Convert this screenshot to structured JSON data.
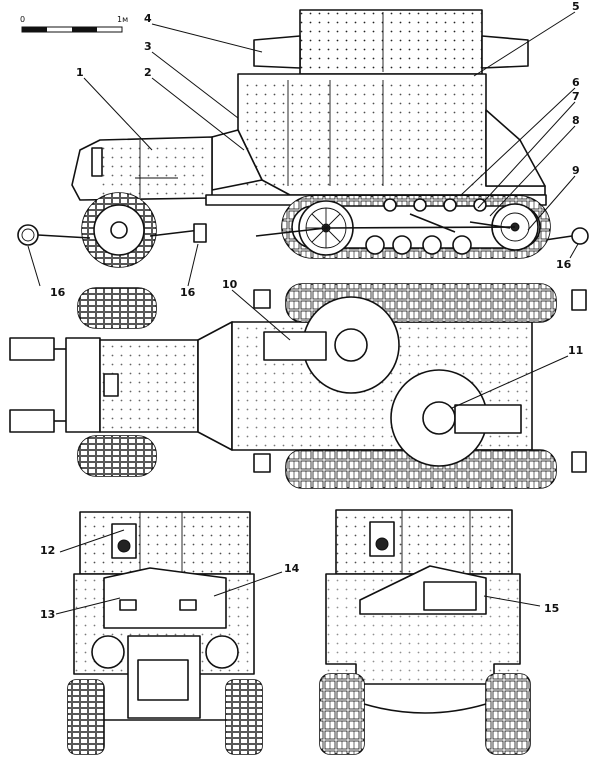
{
  "scale_bar": {
    "start_label": "0",
    "end_label": "1м"
  },
  "callouts": [
    "1",
    "2",
    "3",
    "4",
    "5",
    "6",
    "7",
    "8",
    "9",
    "10",
    "11",
    "12",
    "13",
    "14",
    "15",
    "16",
    "16",
    "16"
  ]
}
